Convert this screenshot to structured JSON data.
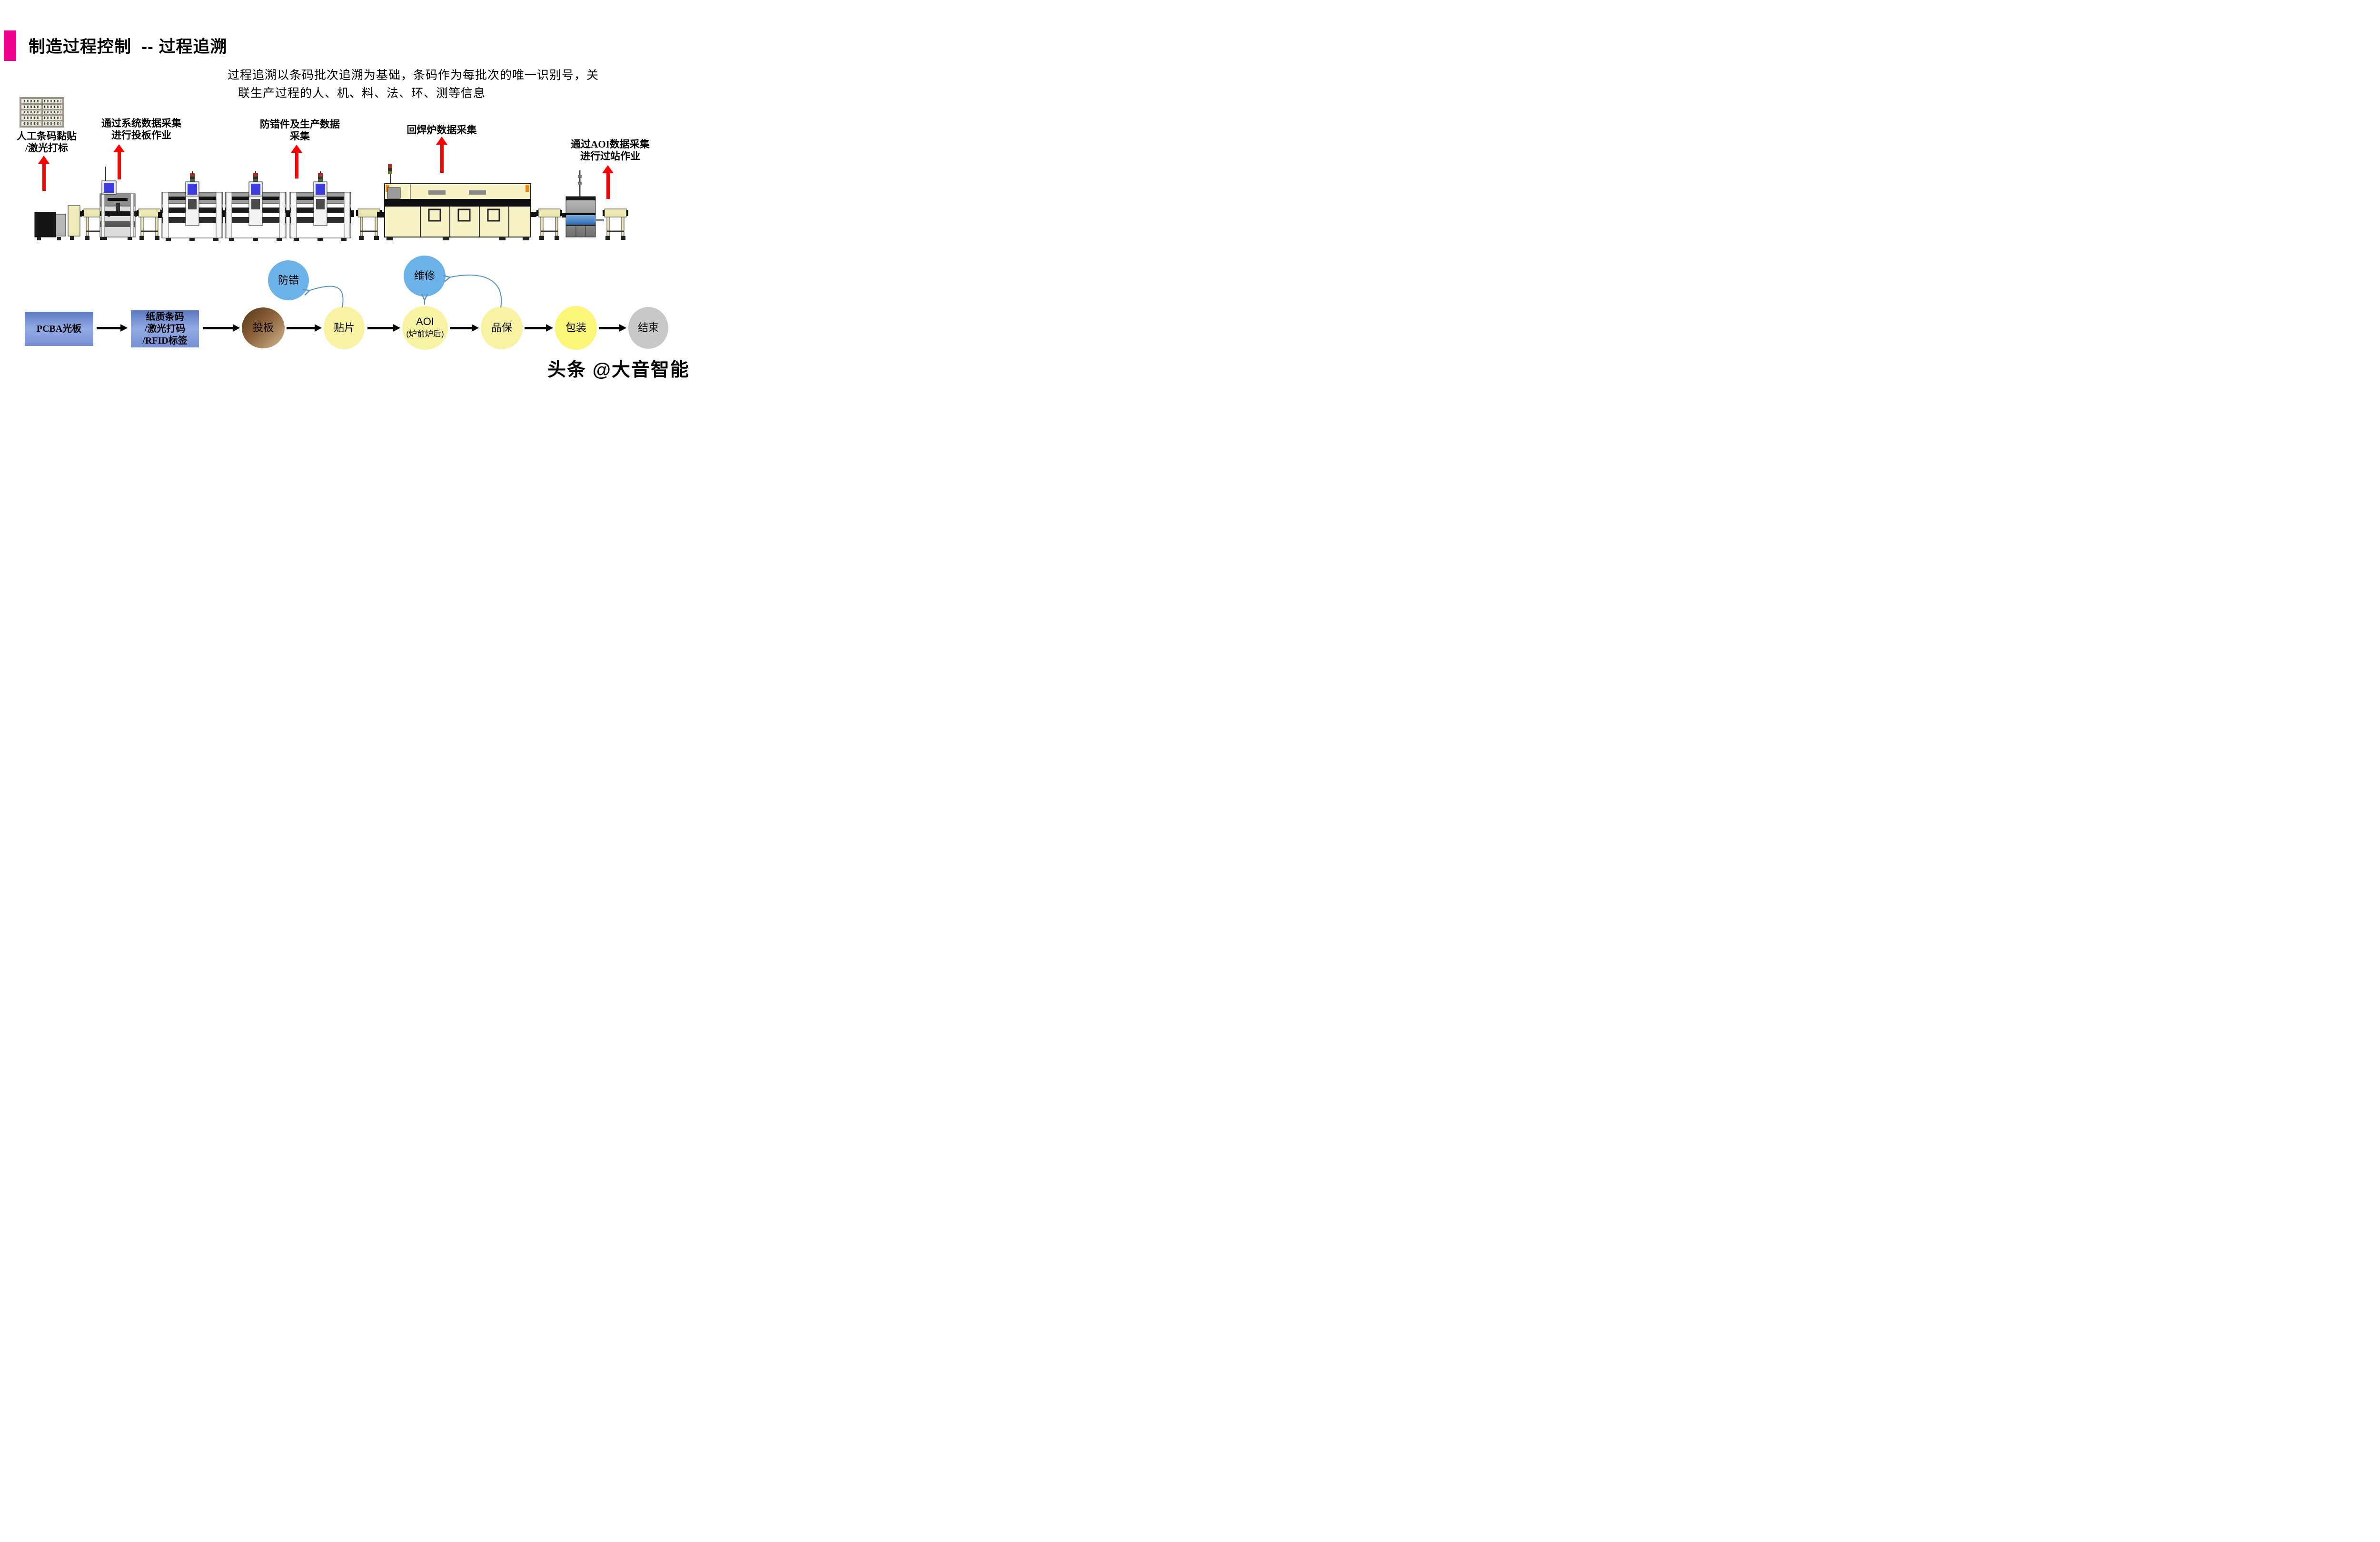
{
  "slide": {
    "title": "制造过程控制  -- 过程追溯",
    "intro": {
      "line1": "过程追溯以条码批次追溯为基础，条码作为每批次的唯一识别号，关",
      "line2": "联生产过程的人、机、料、法、环、测等信息"
    },
    "watermark": "头条 @大音智能"
  },
  "annotations": {
    "manual_barcode": {
      "line1": "人工条码黏贴",
      "line2": "/激光打标"
    },
    "board_loading": {
      "line1": "通过系统数据采集",
      "line2": "进行投板作业"
    },
    "error_proofing": {
      "line1": "防错件及生产数据",
      "line2": "采集"
    },
    "reflow": {
      "line1": "回焊炉数据采集"
    },
    "aoi": {
      "line1": "通过AOI数据采集",
      "line2": "进行过站作业"
    }
  },
  "flowchart": {
    "pcba_box": "PCBA光板",
    "barcode_box": {
      "line1": "纸质条码",
      "line2": "/激光打码",
      "line3": "/RFID标签"
    },
    "nodes": {
      "toupan": "投板",
      "tiepian": "贴片",
      "fangcuo": "防错",
      "aoi_line1": "AOI",
      "aoi_line2": "(炉前炉后)",
      "weixiu": "维修",
      "pinbao": "品保",
      "baozhuang": "包装",
      "jieshu": "结束"
    }
  },
  "machines": [
    "board-loader",
    "board-magazine",
    "conveyor-stand",
    "screen-printer",
    "conveyor-stand",
    "pick-and-place-1",
    "pick-and-place-2",
    "pick-and-place-3",
    "conveyor-stand",
    "reflow-oven",
    "conveyor-stand",
    "aoi-inspection",
    "conveyor-stand"
  ],
  "colors": {
    "accent_bar": "#ec008c",
    "red_arrow": "#fe0000",
    "black_arrow": "#000000",
    "blue_node": "#6ab2e7",
    "yellow_node": "#f8f3a2",
    "yellow_node_bright": "#fbf578",
    "gray_node": "#c8c8c8",
    "brown_node_dark": "#54381a",
    "brown_node_light": "#d3b894",
    "blue_box_top": "#5b79c0",
    "blue_box_mid": "#94abe4",
    "connector_blue": "#5b8fc9",
    "machine_cream": "#f8f3c6",
    "monitor_blue": "#3c3cdc"
  }
}
